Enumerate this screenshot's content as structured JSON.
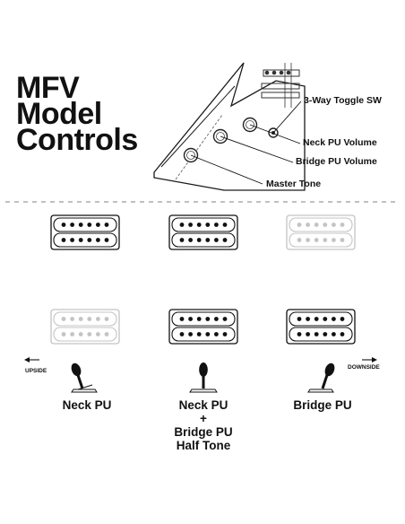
{
  "title": {
    "lines": [
      "MFV",
      "Model",
      "Controls"
    ]
  },
  "callouts": {
    "toggle": "3-Way Toggle SW",
    "neck_volume": "Neck PU Volume",
    "bridge_volume": "Bridge PU Volume",
    "master_tone": "Master Tone"
  },
  "directions": {
    "up": "UPSIDE",
    "down": "DOWNSIDE"
  },
  "positions": [
    {
      "label_lines": [
        "Neck PU"
      ],
      "neck_active": true,
      "bridge_active": false,
      "switch": "up"
    },
    {
      "label_lines": [
        "Neck PU",
        "+",
        "Bridge PU",
        "Half Tone"
      ],
      "neck_active": true,
      "bridge_active": true,
      "switch": "middle"
    },
    {
      "label_lines": [
        "Bridge PU"
      ],
      "neck_active": false,
      "bridge_active": true,
      "switch": "down"
    }
  ],
  "colors": {
    "active": "#111111",
    "inactive": "#c4c4c4",
    "divider": "#9a9a9a"
  }
}
